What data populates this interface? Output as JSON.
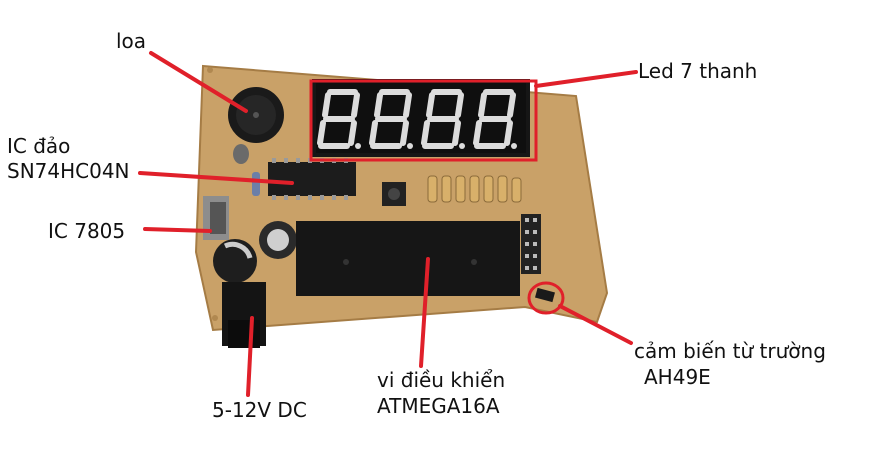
{
  "labels": {
    "speaker": "loa",
    "display": "Led 7 thanh",
    "inverter_ic_line1": "IC đảo",
    "inverter_ic_line2": "SN74HC04N",
    "regulator": "IC 7805",
    "power_jack": "5-12V DC",
    "mcu_line1": "vi điều khiển",
    "mcu_line2": "ATMEGA16A",
    "sensor_line1": "cảm biến từ trường",
    "sensor_line2": "AH49E"
  },
  "colors": {
    "board": "#c9a168",
    "board_edge": "#a57c45",
    "annotation": "#e0202a",
    "component_black": "#1c1c1c",
    "display_digit": "#dcdcdc"
  }
}
